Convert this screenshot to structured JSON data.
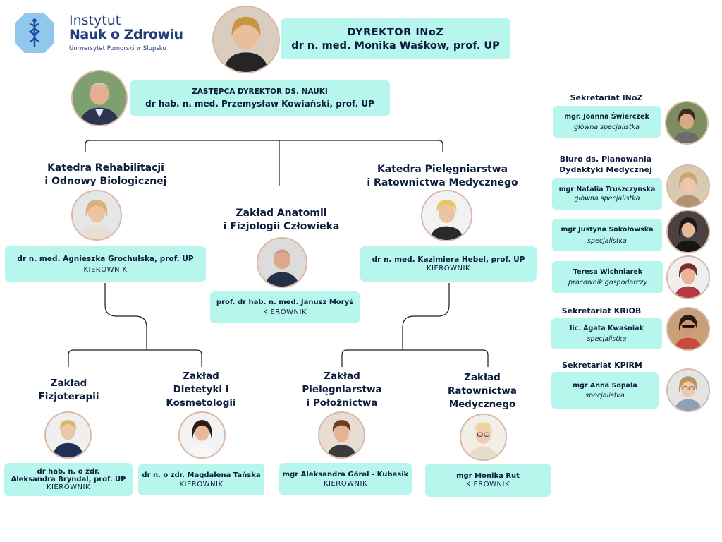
{
  "logo": {
    "line1": "Instytut",
    "line2": "Nauk o Zdrowiu",
    "line3": "Uniwersytet Pomorski w Słupsku",
    "icon": "caduceus-icon",
    "color": "#8fc8ec"
  },
  "colors": {
    "box": "#b6f6ec",
    "text": "#0d1b3d",
    "line": "#1a1a1a",
    "ring": "#d8b9a8"
  },
  "director": {
    "title": "DYREKTOR INoZ",
    "name": "dr n. med. Monika Waśkow, prof. UP"
  },
  "deputy": {
    "title": "ZASTĘPCA DYREKTOR DS. NAUKI",
    "name": "dr hab. n. med. Przemysław Kowiański, prof. UP"
  },
  "departments": {
    "rehab": {
      "title1": "Katedra Rehabilitacji",
      "title2": "i Odnowy Biologicznej",
      "name": "dr n. med. Agnieszka Grochulska, prof. UP",
      "role": "KIEROWNIK"
    },
    "anatomy": {
      "title1": "Zakład Anatomii",
      "title2": "i Fizjologii Człowieka",
      "name": "prof. dr hab. n. med. Janusz Moryś",
      "role": "KIEROWNIK"
    },
    "nursing": {
      "title1": "Katedra Pielęgniarstwa",
      "title2": "i Ratownictwa Medycznego",
      "name": "dr n. med. Kazimiera Hebel, prof. UP",
      "role": "KIEROWNIK"
    }
  },
  "units": {
    "fizjo": {
      "title1": "Zakład",
      "title2": "Fizjoterapii",
      "name1": "dr hab. n. o zdr.",
      "name2": "Aleksandra Bryndal, prof. UP",
      "role": "KIEROWNIK"
    },
    "diet": {
      "title1": "Zakład",
      "title2": "Dietetyki i",
      "title3": "Kosmetologii",
      "name": "dr n. o zdr. Magdalena Tańska",
      "role": "KIEROWNIK"
    },
    "piel": {
      "title1": "Zakład",
      "title2": "Pielęgniarstwa",
      "title3": "i Położnictwa",
      "name": "mgr Aleksandra Góral - Kubasik",
      "role": "KIEROWNIK"
    },
    "ratow": {
      "title1": "Zakład",
      "title2": "Ratownictwa",
      "title3": "Medycznego",
      "name": "mgr Monika Rut",
      "role": "KIEROWNIK"
    }
  },
  "secretariat": {
    "inoz_title": "Sekretariat INoZ",
    "inoz_name": "mgr. Joanna Świerczek",
    "inoz_role": "główna specjalistka",
    "biuro_title1": "Biuro ds. Planowania",
    "biuro_title2": "Dydaktyki Medycznej",
    "biuro1_name": "mgr Natalia Truszczyńska",
    "biuro1_role": "główna specjalistka",
    "biuro2_name": "mgr Justyna Sokołowska",
    "biuro2_role": "specjalistka",
    "biuro3_name": "Teresa Wichniarek",
    "biuro3_role": "pracownik gospodarczy",
    "kriob_title": "Sekretariat KRiOB",
    "kriob_name": "lic. Agata Kwaśniak",
    "kriob_role": "specjalistka",
    "kpirm_title": "Sekretariat KPiRM",
    "kpirm_name": "mgr Anna Sopala",
    "kpirm_role": "specjalistka"
  }
}
